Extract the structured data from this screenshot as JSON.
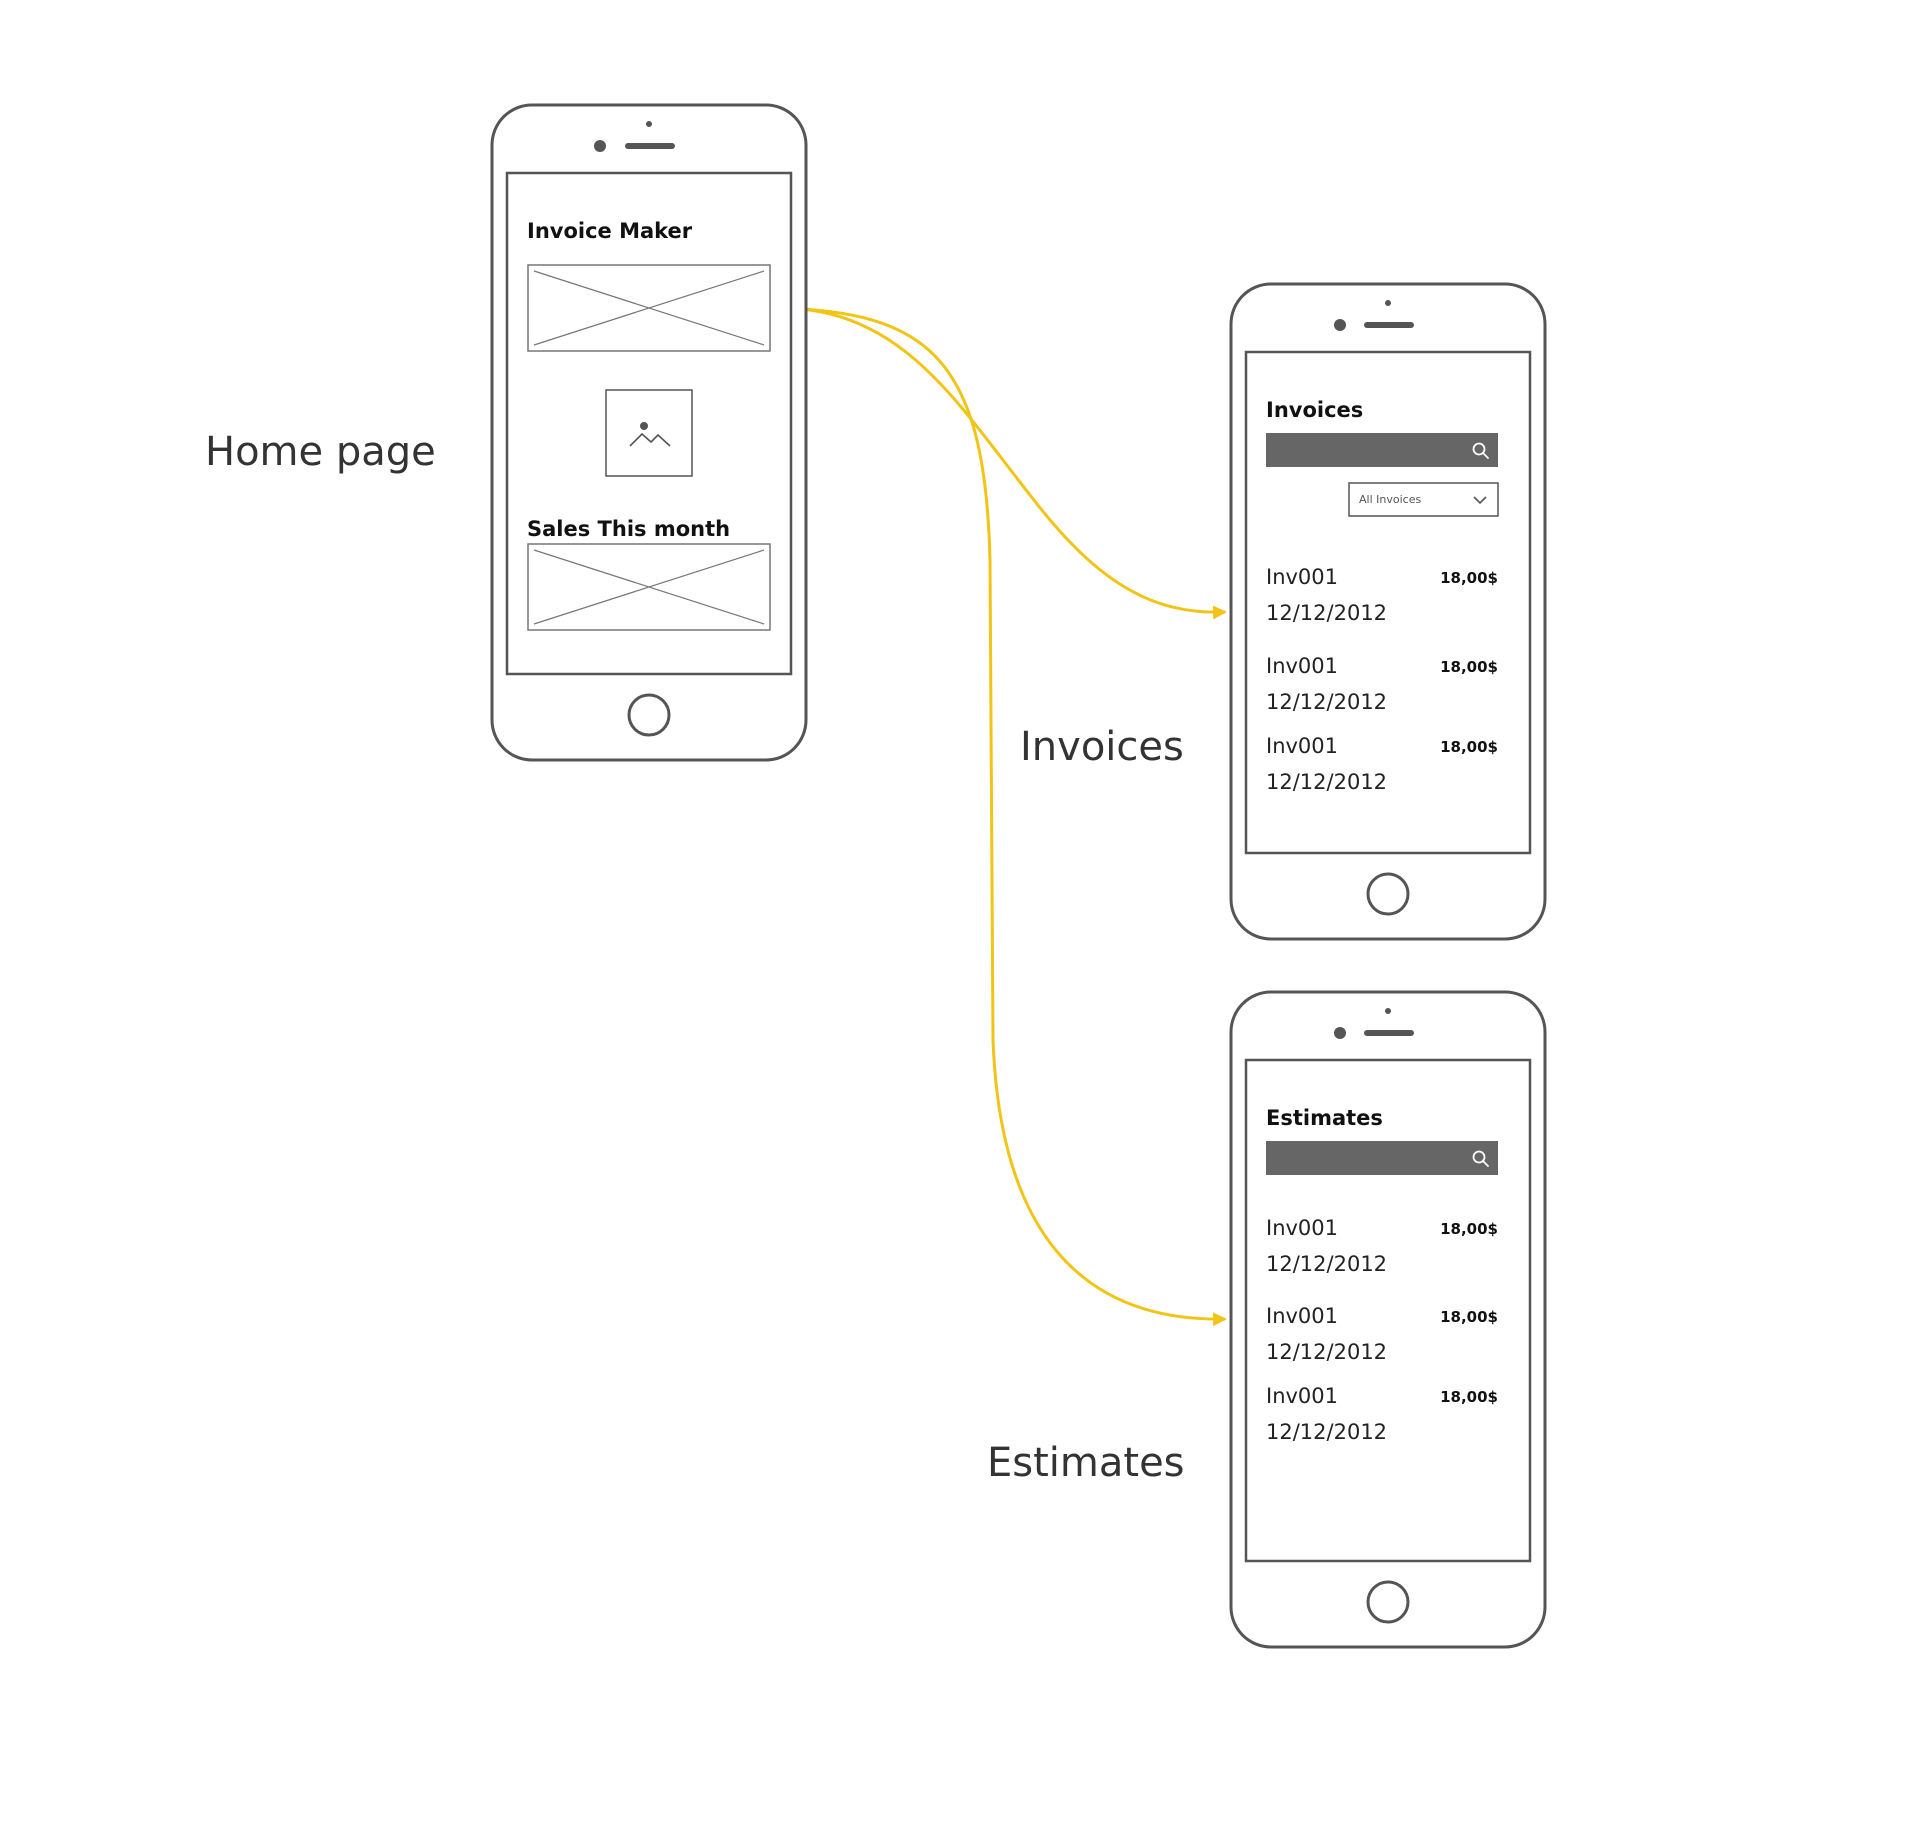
{
  "labels": {
    "home": "Home page",
    "invoices": "Invoices",
    "estimates": "Estimates"
  },
  "home_screen": {
    "title": "Invoice Maker",
    "sales_heading": "Sales This month"
  },
  "invoices_screen": {
    "title": "Invoices",
    "filter_value": "All Invoices",
    "rows": [
      {
        "id": "Inv001",
        "date": "12/12/2012",
        "amount": "18,00$"
      },
      {
        "id": "Inv001",
        "date": "12/12/2012",
        "amount": "18,00$"
      },
      {
        "id": "Inv001",
        "date": "12/12/2012",
        "amount": "18,00$"
      }
    ]
  },
  "estimates_screen": {
    "title": "Estimates",
    "rows": [
      {
        "id": "Inv001",
        "date": "12/12/2012",
        "amount": "18,00$"
      },
      {
        "id": "Inv001",
        "date": "12/12/2012",
        "amount": "18,00$"
      },
      {
        "id": "Inv001",
        "date": "12/12/2012",
        "amount": "18,00$"
      }
    ]
  },
  "colors": {
    "connector": "#F2C417",
    "outline": "#555555",
    "search_bar": "#666666"
  }
}
